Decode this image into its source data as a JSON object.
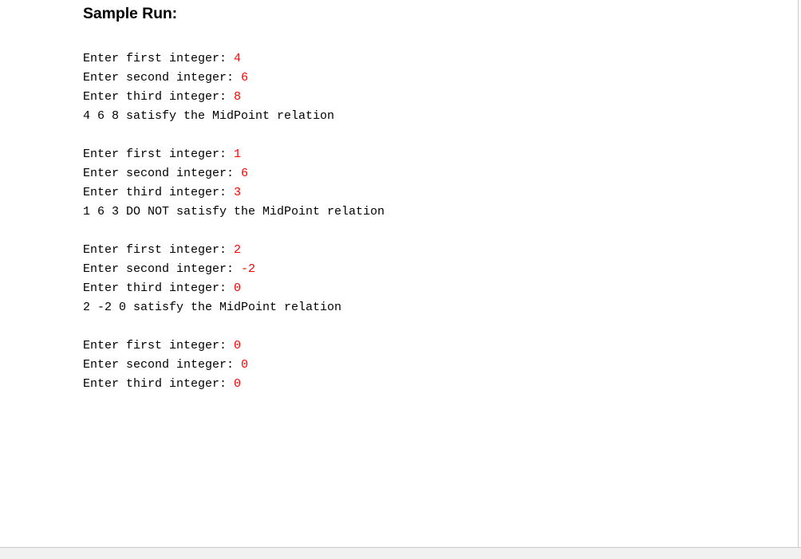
{
  "page": {
    "title": "Sample Run:",
    "text_color": "#000000",
    "input_value_color": "#ff0000",
    "background": "#ffffff",
    "footer_color": "#f1f1f1",
    "divider_color": "#c9c9c9"
  },
  "console": {
    "prompts": {
      "first": "Enter first integer: ",
      "second": "Enter second integer: ",
      "third": "Enter third integer: "
    },
    "blocks": [
      {
        "lines": [
          {
            "prompt": "Enter first integer: ",
            "value": "4"
          },
          {
            "prompt": "Enter second integer: ",
            "value": "6"
          },
          {
            "prompt": "Enter third integer: ",
            "value": "8"
          }
        ],
        "result": "4 6 8 satisfy the MidPoint relation"
      },
      {
        "lines": [
          {
            "prompt": "Enter first integer: ",
            "value": "1"
          },
          {
            "prompt": "Enter second integer: ",
            "value": "6"
          },
          {
            "prompt": "Enter third integer: ",
            "value": "3"
          }
        ],
        "result": "1 6 3 DO NOT satisfy the MidPoint relation"
      },
      {
        "lines": [
          {
            "prompt": "Enter first integer: ",
            "value": "2"
          },
          {
            "prompt": "Enter second integer: ",
            "value": "-2"
          },
          {
            "prompt": "Enter third integer: ",
            "value": "0"
          }
        ],
        "result": "2 -2 0 satisfy the MidPoint relation"
      },
      {
        "lines": [
          {
            "prompt": "Enter first integer: ",
            "value": "0"
          },
          {
            "prompt": "Enter second integer: ",
            "value": "0"
          },
          {
            "prompt": "Enter third integer: ",
            "value": "0"
          }
        ],
        "result": ""
      }
    ]
  }
}
